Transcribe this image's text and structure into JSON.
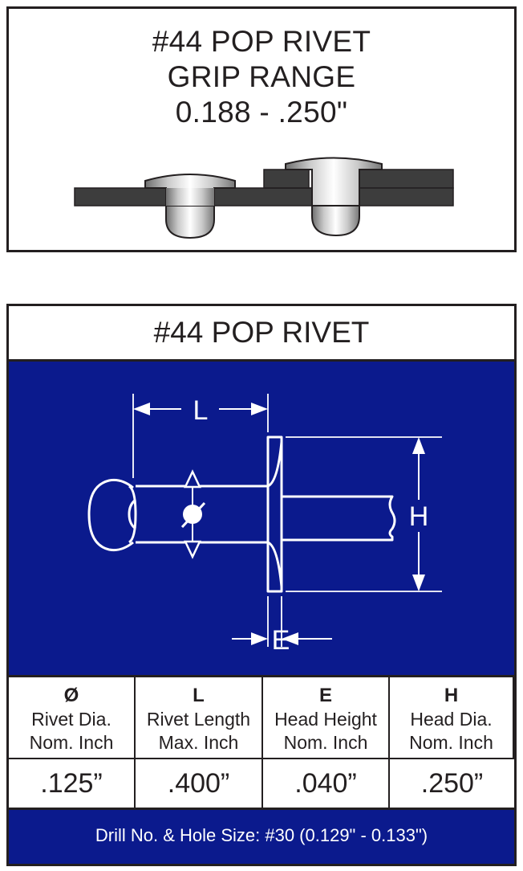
{
  "grip_panel": {
    "title": "#44 POP RIVET",
    "subtitle": "GRIP RANGE",
    "range": "0.188 - .250\""
  },
  "spec_card": {
    "title": "#44 POP RIVET",
    "diagram_labels": {
      "length": "L",
      "head_diameter": "H",
      "head_height": "E"
    },
    "table": {
      "columns": [
        {
          "symbol": "Ø",
          "label_1": "Rivet Dia.",
          "label_2": "Nom. Inch",
          "value": ".125”"
        },
        {
          "symbol": "L",
          "label_1": "Rivet Length",
          "label_2": "Max. Inch",
          "value": ".400”"
        },
        {
          "symbol": "E",
          "label_1": "Head Height",
          "label_2": "Nom. Inch",
          "value": ".040”"
        },
        {
          "symbol": "H",
          "label_1": "Head Dia.",
          "label_2": "Nom. Inch",
          "value": ".250”"
        }
      ]
    },
    "drill_note": "Drill No. & Hole Size: #30 (0.129\" - 0.133\")"
  },
  "colors": {
    "panel_blue": "#0b1a8d",
    "plate_dark": "#3a3a3a",
    "outline": "#231f20"
  }
}
